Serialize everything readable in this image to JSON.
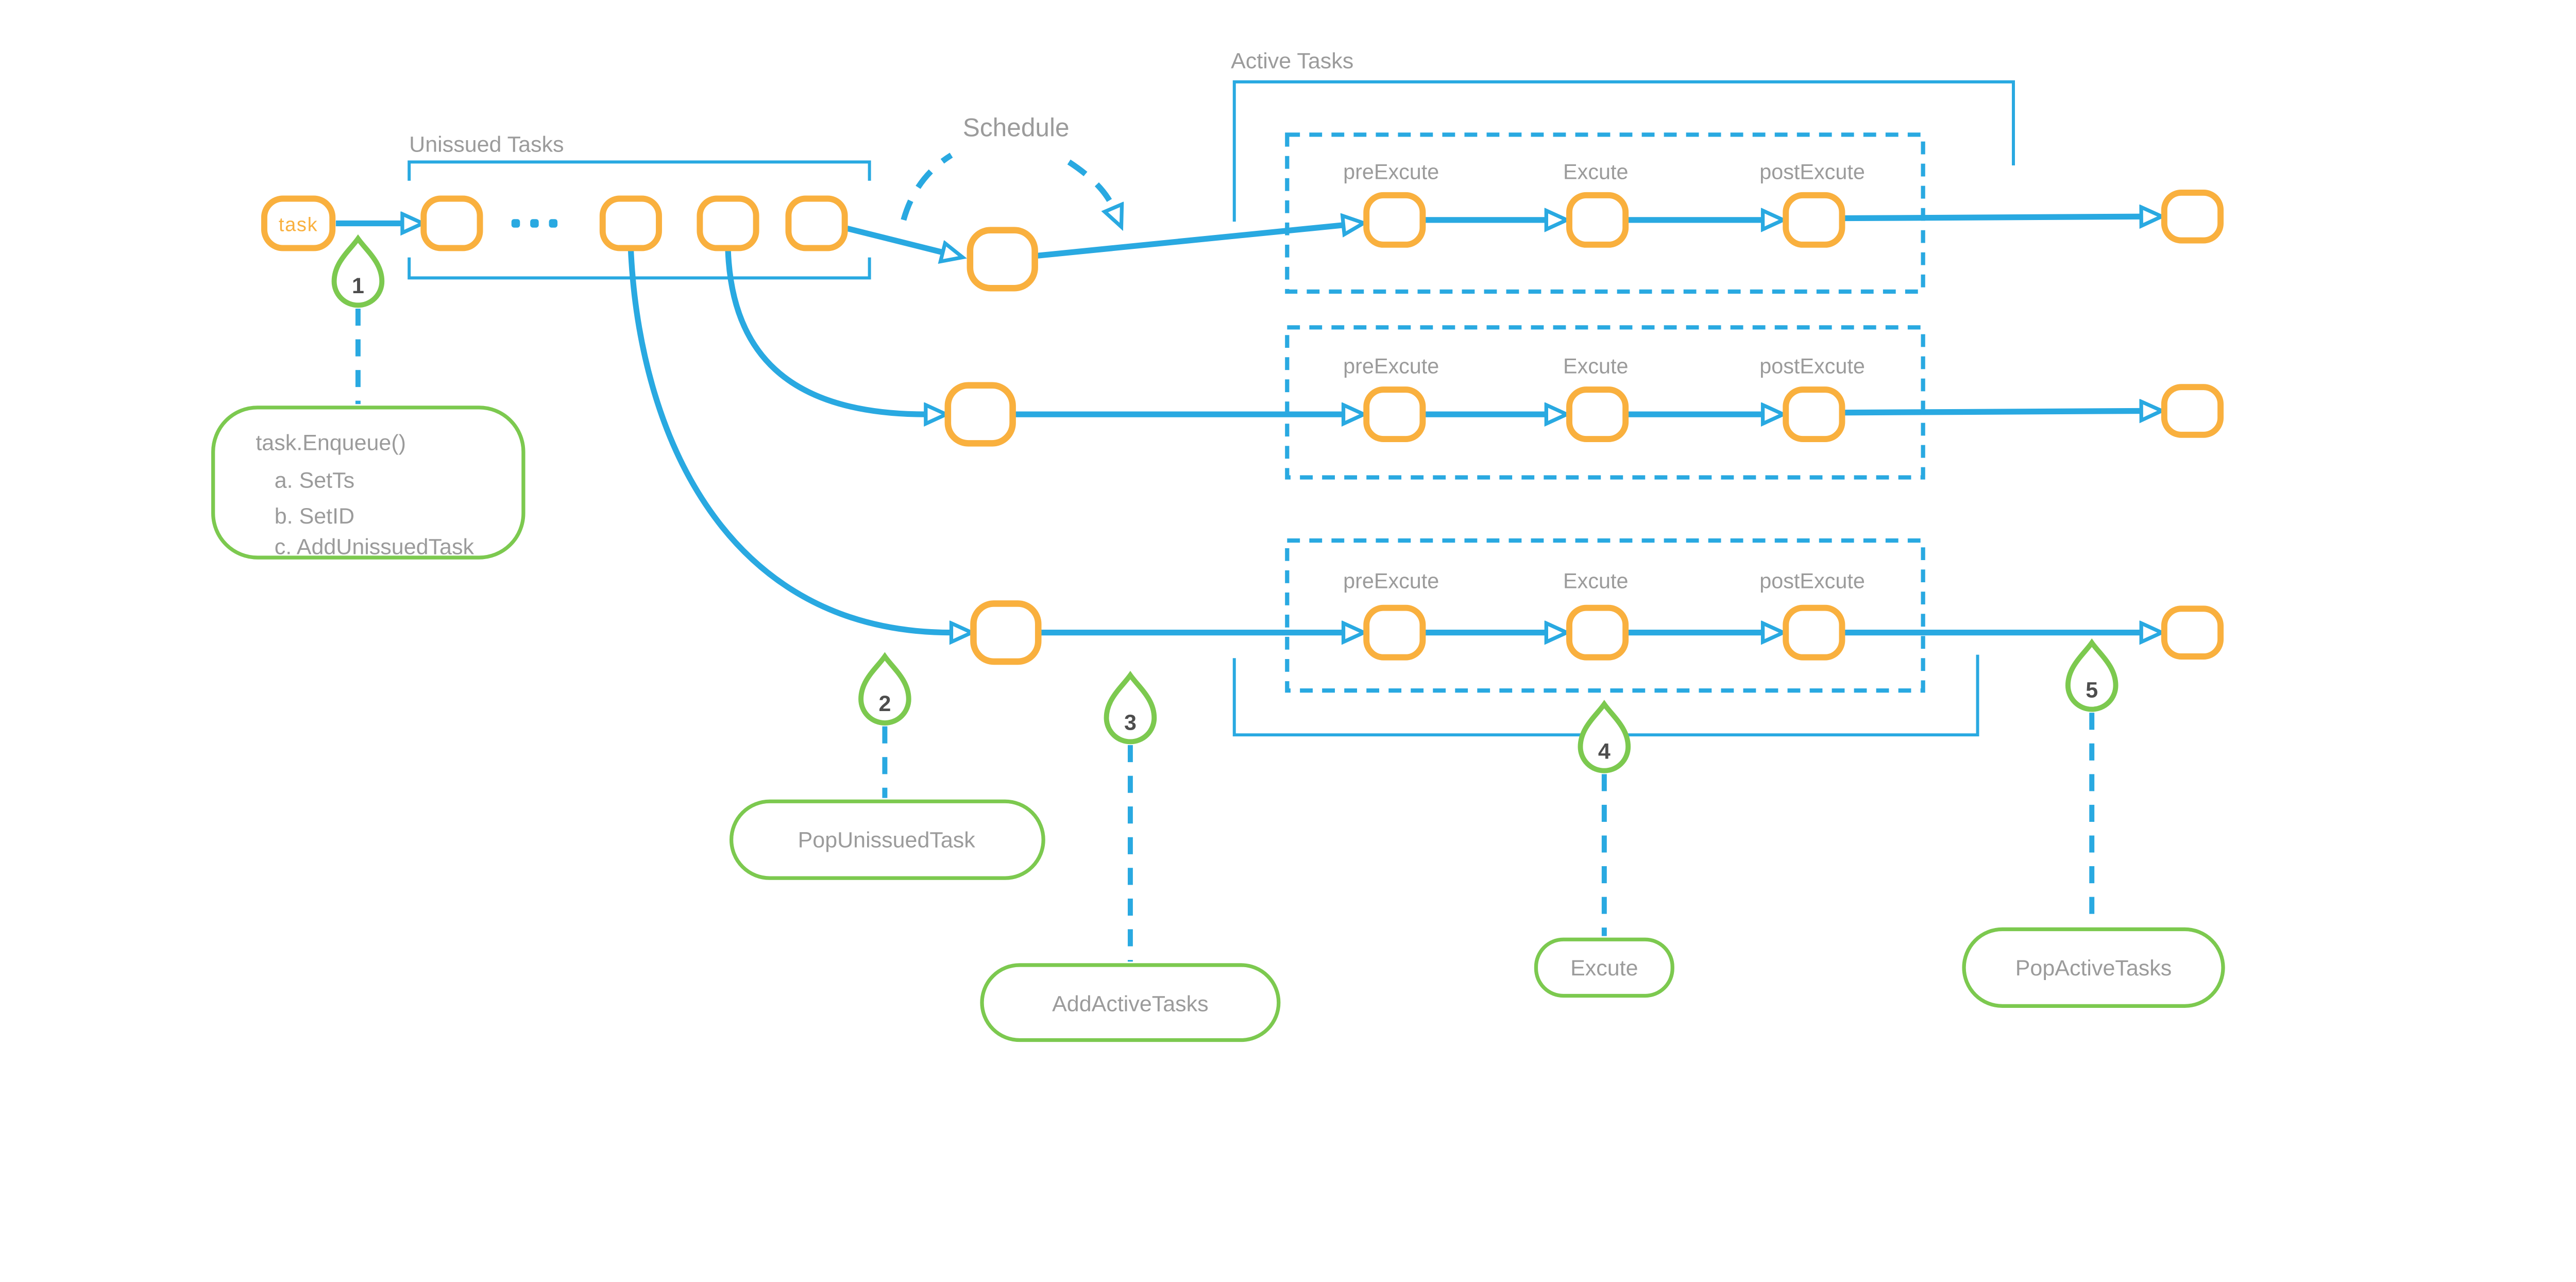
{
  "labels": {
    "task": "task",
    "unissued": "Unissued Tasks",
    "schedule": "Schedule",
    "active": "Active Tasks"
  },
  "rows": [
    {
      "pre": "preExcute",
      "exec": "Excute",
      "post": "postExcute"
    },
    {
      "pre": "preExcute",
      "exec": "Excute",
      "post": "postExcute"
    },
    {
      "pre": "preExcute",
      "exec": "Excute",
      "post": "postExcute"
    }
  ],
  "markers": [
    "1",
    "2",
    "3",
    "4",
    "5"
  ],
  "notes": {
    "enqueue": {
      "title": "task.Enqueue()",
      "items": [
        "a. SetTs",
        "b. SetID",
        "c. AddUnissuedTask"
      ]
    },
    "pop_unissued": "PopUnissuedTask",
    "add_active": "AddActiveTasks",
    "excute": "Excute",
    "pop_active": "PopActiveTasks"
  },
  "colors": {
    "node_orange": "#F9B03E",
    "flow_blue": "#29A9E1",
    "marker_green": "#7CC94F",
    "label_gray": "#9B9B9B",
    "number_gray": "#4D4D4D",
    "background": "#FFFFFF"
  }
}
